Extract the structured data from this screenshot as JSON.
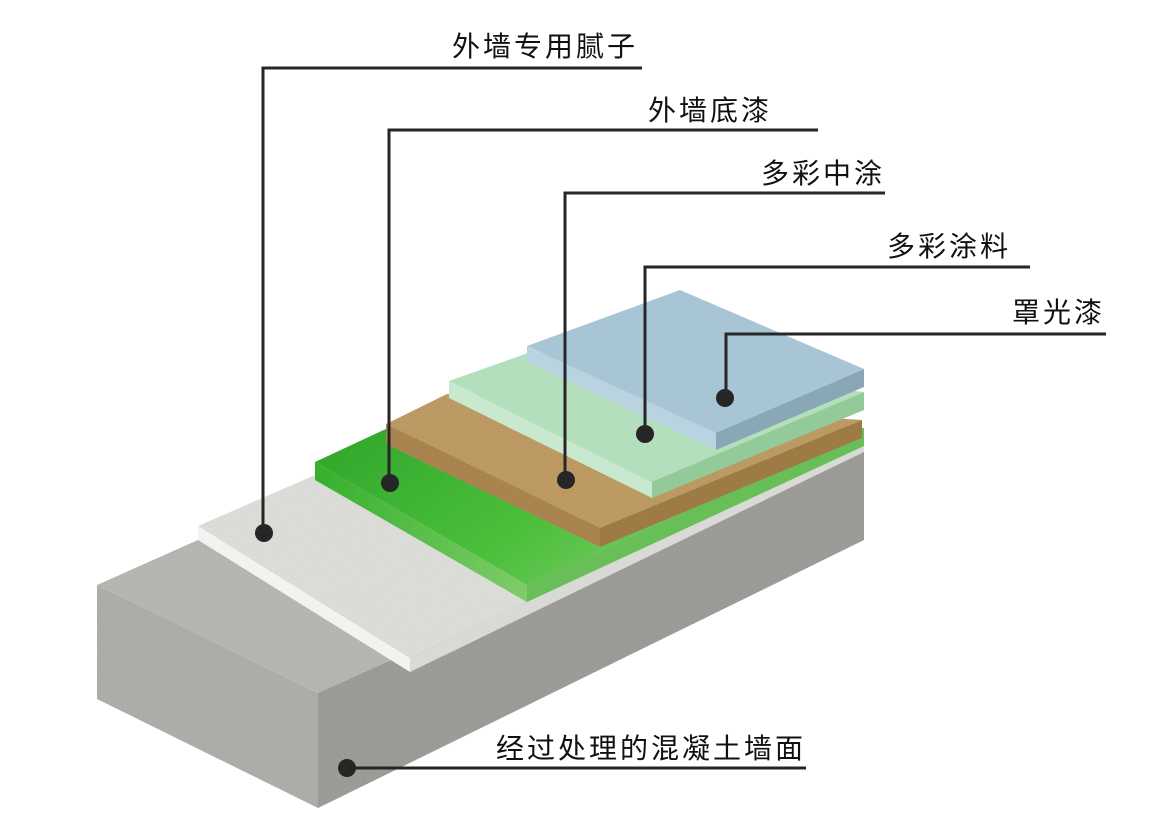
{
  "labels": {
    "putty": "外墙专用腻子",
    "primer": "外墙底漆",
    "midcoat": "多彩中涂",
    "multicolor": "多彩涂料",
    "varnish": "罩光漆",
    "substrate": "经过处理的混凝土墙面"
  },
  "colors": {
    "line": "#262626",
    "concrete_top": "#bdbcb8",
    "concrete_front": "#b2b1ad",
    "concrete_side": "#8e8d89",
    "putty_top": "#e6e6e3",
    "primer_top": "#3fae34",
    "midcoat_top": "#c9a66b",
    "multicolor_top": "#b3dfbd",
    "varnish_top": "#a9c7d6"
  }
}
